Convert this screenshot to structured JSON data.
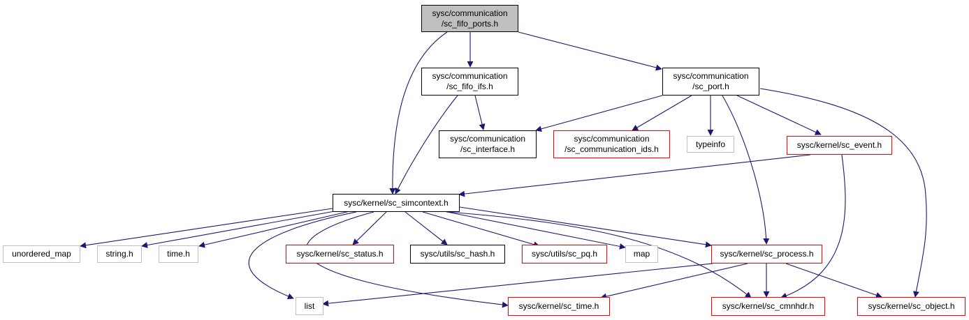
{
  "graph": {
    "colors": {
      "edge": "#191970",
      "root_fill": "#bfbfbf"
    },
    "nodes": {
      "fifo_ports": {
        "lines": [
          "sysc/communication",
          "/sc_fifo_ports.h"
        ],
        "style": "root"
      },
      "fifo_ifs": {
        "lines": [
          "sysc/communication",
          "/sc_fifo_ifs.h"
        ],
        "style": "black"
      },
      "port": {
        "lines": [
          "sysc/communication",
          "/sc_port.h"
        ],
        "style": "black"
      },
      "interface": {
        "lines": [
          "sysc/communication",
          "/sc_interface.h"
        ],
        "style": "black"
      },
      "comm_ids": {
        "lines": [
          "sysc/communication",
          "/sc_communication_ids.h"
        ],
        "style": "red"
      },
      "typeinfo": {
        "lines": [
          "typeinfo"
        ],
        "style": "gray"
      },
      "event": {
        "lines": [
          "sysc/kernel/sc_event.h"
        ],
        "style": "red"
      },
      "simcontext": {
        "lines": [
          "sysc/kernel/sc_simcontext.h"
        ],
        "style": "black"
      },
      "unordered_map": {
        "lines": [
          "unordered_map"
        ],
        "style": "gray"
      },
      "string": {
        "lines": [
          "string.h"
        ],
        "style": "gray"
      },
      "time": {
        "lines": [
          "time.h"
        ],
        "style": "gray"
      },
      "status": {
        "lines": [
          "sysc/kernel/sc_status.h"
        ],
        "style": "red"
      },
      "hash": {
        "lines": [
          "sysc/utils/sc_hash.h"
        ],
        "style": "black"
      },
      "pq": {
        "lines": [
          "sysc/utils/sc_pq.h"
        ],
        "style": "red"
      },
      "map": {
        "lines": [
          "map"
        ],
        "style": "gray"
      },
      "process": {
        "lines": [
          "sysc/kernel/sc_process.h"
        ],
        "style": "red"
      },
      "list": {
        "lines": [
          "list"
        ],
        "style": "gray"
      },
      "sc_time": {
        "lines": [
          "sysc/kernel/sc_time.h"
        ],
        "style": "red"
      },
      "cmnhdr": {
        "lines": [
          "sysc/kernel/sc_cmnhdr.h"
        ],
        "style": "red"
      },
      "object": {
        "lines": [
          "sysc/kernel/sc_object.h"
        ],
        "style": "red"
      }
    }
  }
}
